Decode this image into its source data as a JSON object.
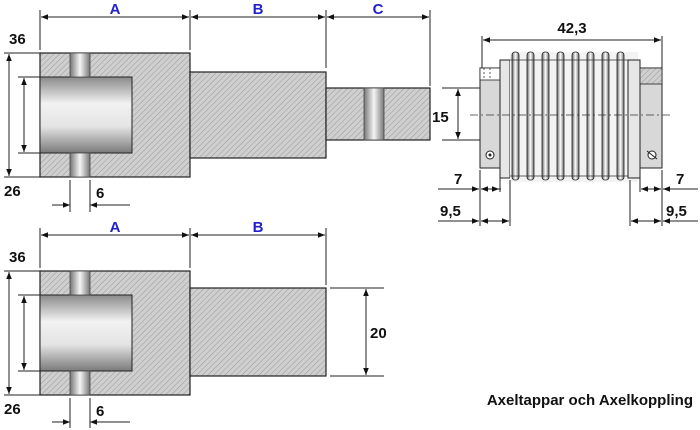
{
  "top_shaft": {
    "label_a": "A",
    "label_b": "B",
    "label_c": "C",
    "dim_outer": "36",
    "dim_bore": "26",
    "dim_slot": "6",
    "dim_tip": "15"
  },
  "bottom_shaft": {
    "label_a": "A",
    "label_b": "B",
    "dim_outer": "36",
    "dim_bore": "26",
    "dim_slot": "6",
    "dim_tip": "20"
  },
  "coupling": {
    "dim_length": "42,3",
    "left_inner": "7",
    "left_outer": "9,5",
    "right_inner": "7",
    "right_outer": "9,5"
  },
  "caption": "Axeltappar och Axelkoppling",
  "colors": {
    "blue_label": "#2222c8",
    "hatch_fill": "#c8c8c8",
    "steel_light": "#ececec",
    "steel_dark": "#7a7a7a"
  }
}
